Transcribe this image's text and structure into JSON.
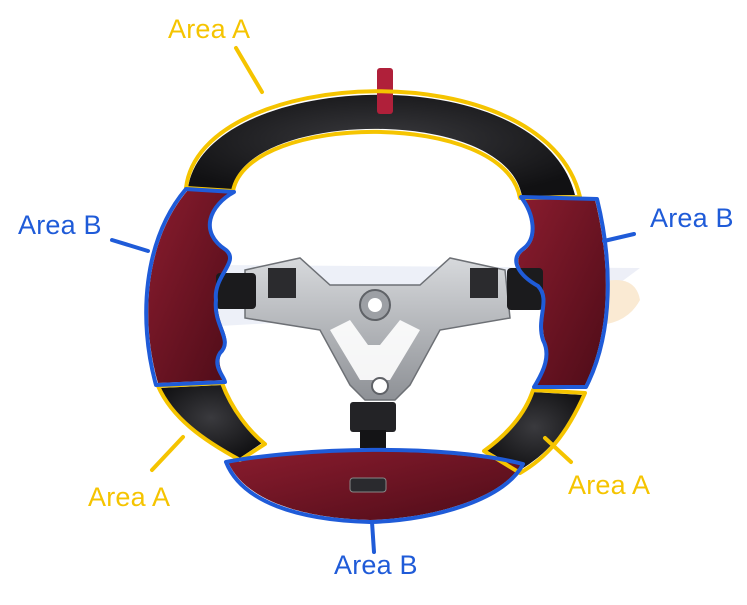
{
  "labels": {
    "area_a": "Area A",
    "area_b": "Area B"
  },
  "colors": {
    "area_a": "#f5c400",
    "area_b": "#1f5bd8",
    "leather_black": "#1a1a1c",
    "leather_red": "#6e1424",
    "stripe_red": "#b0203a",
    "metal": "#b9bcc0",
    "watermark": "#d9dcef"
  },
  "icons": [
    "steering-wheel-image",
    "brand-watermark"
  ]
}
